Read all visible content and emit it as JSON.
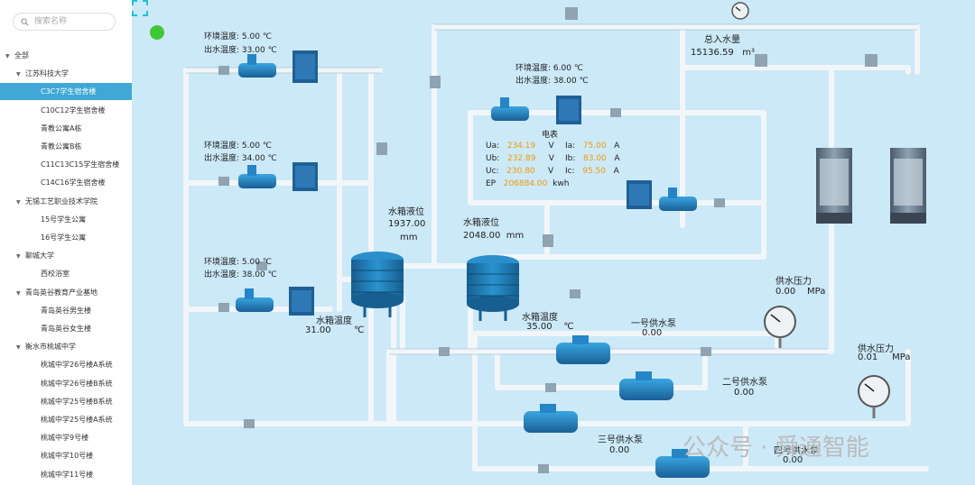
{
  "search": {
    "placeholder": "搜索名称"
  },
  "tree": [
    {
      "label": "全部",
      "level": 0,
      "expanded": true
    },
    {
      "label": "江苏科技大学",
      "level": 1,
      "expanded": true
    },
    {
      "label": "C3C7学生宿舍楼",
      "level": 2,
      "selected": true
    },
    {
      "label": "C10C12学生宿舍楼",
      "level": 2
    },
    {
      "label": "青教公寓A栋",
      "level": 2
    },
    {
      "label": "青教公寓B栋",
      "level": 2
    },
    {
      "label": "C11C13C15学生宿舍楼",
      "level": 2
    },
    {
      "label": "C14C16学生宿舍楼",
      "level": 2
    },
    {
      "label": "无锡工艺职业技术学院",
      "level": 1,
      "expanded": true
    },
    {
      "label": "15号学生公寓",
      "level": 2
    },
    {
      "label": "16号学生公寓",
      "level": 2
    },
    {
      "label": "聊城大学",
      "level": 1,
      "expanded": true
    },
    {
      "label": "西校浴室",
      "level": 2
    },
    {
      "label": "青岛英谷教育产业基地",
      "level": 1,
      "expanded": true
    },
    {
      "label": "青岛英谷男生楼",
      "level": 2
    },
    {
      "label": "青岛英谷女生楼",
      "level": 2
    },
    {
      "label": "衡水市桃城中学",
      "level": 1,
      "expanded": true
    },
    {
      "label": "桃城中学26号楼A系统",
      "level": 2
    },
    {
      "label": "桃城中学26号楼B系统",
      "level": 2
    },
    {
      "label": "桃城中学25号楼B系统",
      "level": 2
    },
    {
      "label": "桃城中学25号楼A系统",
      "level": 2
    },
    {
      "label": "桃城中学9号楼",
      "level": 2
    },
    {
      "label": "桃城中学10号楼",
      "level": 2
    },
    {
      "label": "桃城中学11号楼",
      "level": 2
    }
  ],
  "units": [
    {
      "env_label": "环境温度:",
      "env_val": "5.00",
      "env_unit": "℃",
      "out_label": "出水温度:",
      "out_val": "33.00",
      "out_unit": "℃"
    },
    {
      "env_label": "环境温度:",
      "env_val": "5.00",
      "env_unit": "℃",
      "out_label": "出水温度:",
      "out_val": "34.00",
      "out_unit": "℃"
    },
    {
      "env_label": "环境温度:",
      "env_val": "5.00",
      "env_unit": "℃",
      "out_label": "出水温度:",
      "out_val": "38.00",
      "out_unit": "℃"
    },
    {
      "env_label": "环境温度:",
      "env_val": "6.00",
      "env_unit": "℃",
      "out_label": "出水温度:",
      "out_val": "38.00",
      "out_unit": "℃"
    }
  ],
  "meter": {
    "title": "电表",
    "ua_label": "Ua:",
    "ua": "234.19",
    "ub_label": "Ub:",
    "ub": "232.89",
    "uc_label": "Uc:",
    "uc": "230.80",
    "v_unit": "V",
    "ia_label": "Ia:",
    "ia": "75.00",
    "ib_label": "Ib:",
    "ib": "83.00",
    "ic_label": "Ic:",
    "ic": "95.50",
    "a_unit": "A",
    "ep_label": "EP",
    "ep": "206884.00",
    "ep_unit": "kwh"
  },
  "tank1": {
    "level_label": "水箱液位",
    "level": "1937.00",
    "level_unit": "mm",
    "temp_label": "水箱温度",
    "temp": "31.00",
    "temp_unit": "℃"
  },
  "tank2": {
    "level_label": "水箱液位",
    "level": "2048.00",
    "level_unit": "mm",
    "temp_label": "水箱温度",
    "temp": "35.00",
    "temp_unit": "℃"
  },
  "total_inlet": {
    "label": "总入水量",
    "value": "15136.59",
    "unit": "m³"
  },
  "supply_pressure_1": {
    "label": "供水压力",
    "value": "0.00",
    "unit": "MPa"
  },
  "supply_pressure_2": {
    "label": "供水压力",
    "value": "0.01",
    "unit": "MPa"
  },
  "pumps": [
    {
      "label": "一号供水泵",
      "value": "0.00"
    },
    {
      "label": "二号供水泵",
      "value": "0.00"
    },
    {
      "label": "三号供水泵",
      "value": "0.00"
    },
    {
      "label": "四号供水泵",
      "value": "0.00"
    }
  ],
  "watermark": {
    "text1": "公众号 · 舜通智能"
  },
  "colors": {
    "background": "#cce9f8",
    "pipe": "#f2f6f8",
    "tank": "#1f7bb5",
    "pump": "#2486c8",
    "status_ok": "#3ec934",
    "selected": "#3fa8d6",
    "value_orange": "#f09a00",
    "fullscreen": "#19c6d6"
  }
}
